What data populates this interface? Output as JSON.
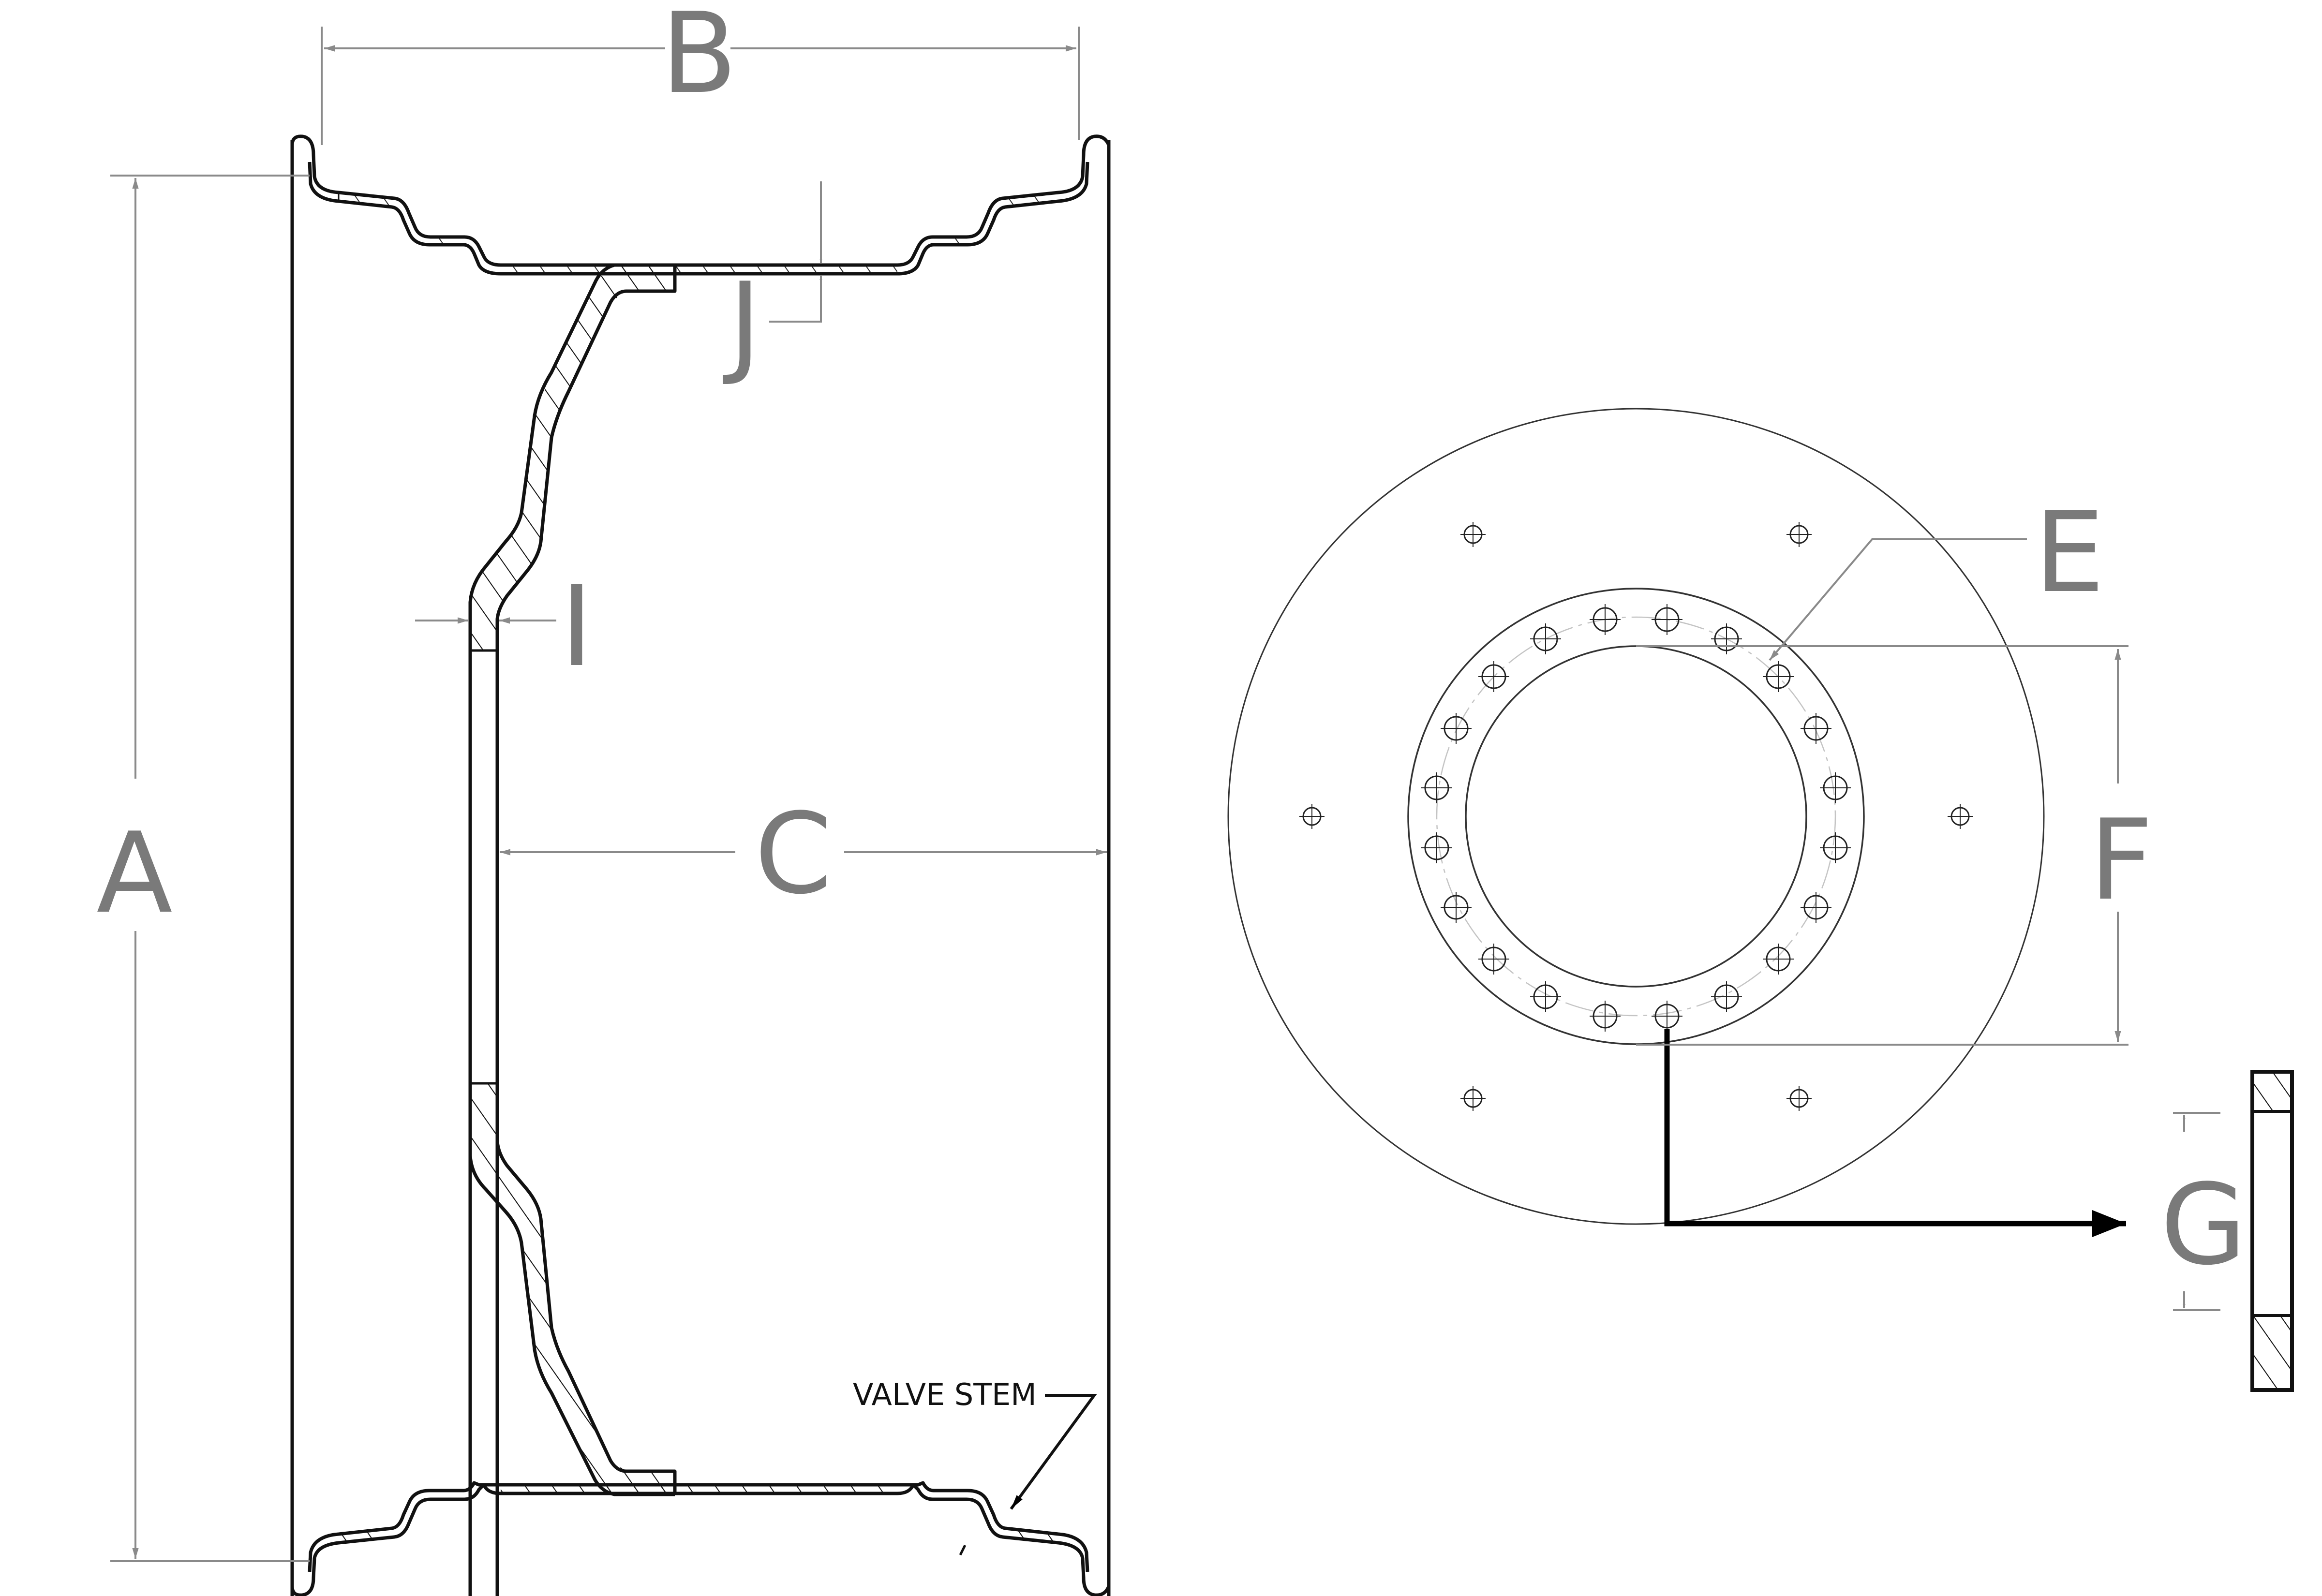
{
  "drawing": {
    "views": {
      "section_view": "rim-cross-section",
      "front_view": "center-disc-face",
      "detail_view": "section-G"
    },
    "dimension_labels": {
      "A": "A",
      "B": "B",
      "C": "C",
      "E": "E",
      "F": "F",
      "G": "G",
      "I": "I",
      "J": "J"
    },
    "notes": {
      "valve_stem": "VALVE STEM"
    },
    "disc": {
      "inner_bolt_hole_count": 20,
      "outer_hole_count": 6
    },
    "colors": {
      "geometry": "#111111",
      "dimension": "#7a7a7a",
      "centerline": "#bdbdbd",
      "background": "#ffffff"
    }
  }
}
